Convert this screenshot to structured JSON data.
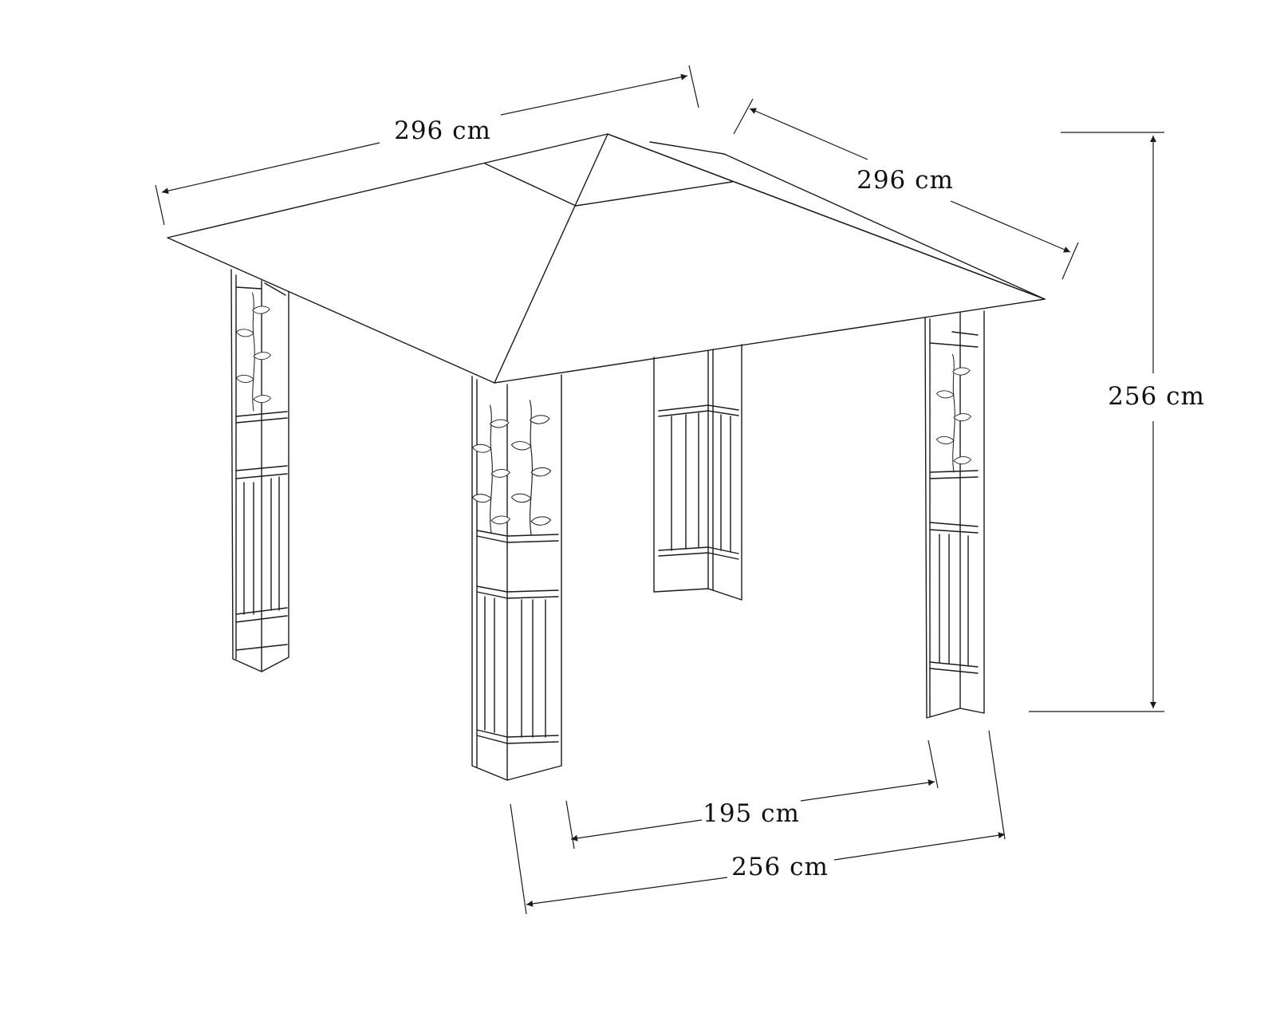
{
  "diagram": {
    "subject": "gazebo",
    "colors": {
      "line": "#1a1a1a",
      "background": "#ffffff"
    },
    "dimensions": {
      "roof_width_front": "296 cm",
      "roof_width_side": "296 cm",
      "height": "256 cm",
      "inner_width": "195 cm",
      "outer_width": "256 cm"
    }
  }
}
